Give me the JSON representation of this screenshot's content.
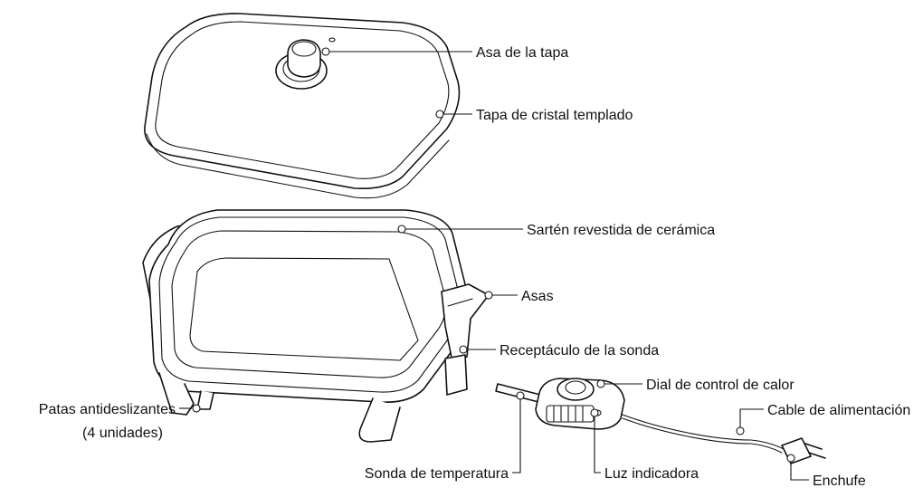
{
  "labels": {
    "lid_handle": "Asa de la tapa",
    "glass_lid": "Tapa de cristal templado",
    "ceramic_pan": "Sartén revestida de cerámica",
    "handles": "Asas",
    "probe_receptacle": "Receptáculo de la sonda",
    "heat_dial": "Dial de control de calor",
    "power_cord": "Cable de alimentación",
    "feet_line1": "Patas antideslizantes",
    "feet_line2": "(4 unidades)",
    "temp_probe": "Sonda de temperatura",
    "indicator_light": "Luz indicadora",
    "plug": "Enchufe"
  }
}
